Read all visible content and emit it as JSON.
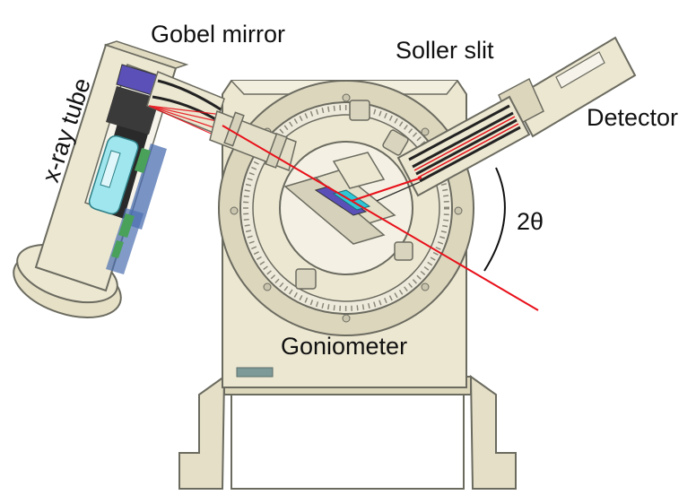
{
  "labels": {
    "gobel_mirror": "Gobel mirror",
    "soller_slit": "Soller slit",
    "detector": "Detector",
    "xray_tube": "x-ray tube",
    "two_theta": "2θ",
    "goniometer": "Goniometer"
  },
  "colors": {
    "housing": "#ece7d1",
    "housing_dark": "#d8d2b6",
    "outline": "#6b6b60",
    "beam": "#e8101a",
    "tube_glass": "#9fe6ee",
    "tube_dark": "#2a2a2a",
    "tube_blue": "#5a50b8",
    "sample": "#2ec7d6",
    "plate": "#7d9a98",
    "circuit_blue": "#4b6fb0",
    "circuit_green": "#4aa15a"
  }
}
